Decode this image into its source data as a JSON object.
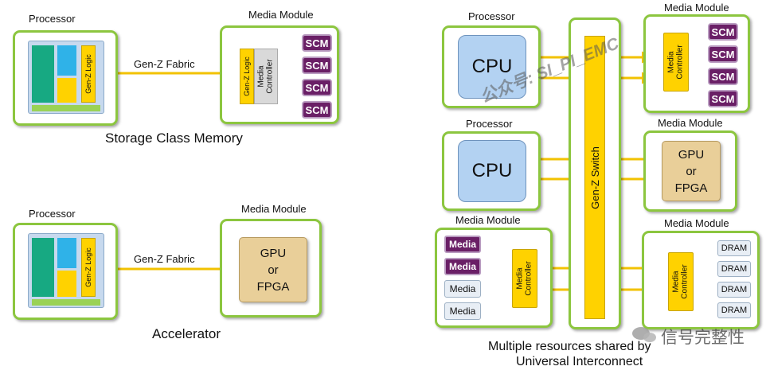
{
  "storage": {
    "processor_label": "Processor",
    "media_module_label": "Media Module",
    "logic_label": "Gen-Z Logic",
    "fabric_label": "Gen-Z Fabric",
    "controller_logic_label": "Gen-Z Logic",
    "controller_label": "Media Controller",
    "scm_labels": [
      "SCM",
      "SCM",
      "SCM",
      "SCM"
    ],
    "caption": "Storage Class Memory"
  },
  "accelerator": {
    "processor_label": "Processor",
    "media_module_label": "Media Module",
    "logic_label": "Gen-Z Logic",
    "fabric_label": "Gen-Z Fabric",
    "gpu_lines": [
      "GPU",
      "or",
      "FPGA"
    ],
    "caption": "Accelerator"
  },
  "interconnect": {
    "switch_label": "Gen-Z Switch",
    "top_processor_label": "Processor",
    "top_cpu_label": "CPU",
    "mid_processor_label": "Processor",
    "mid_cpu_label": "CPU",
    "top_media_module_label": "Media Module",
    "top_controller_label": "Media Controller",
    "top_scm_labels": [
      "SCM",
      "SCM",
      "SCM",
      "SCM"
    ],
    "gpu_media_module_label": "Media Module",
    "gpu_lines": [
      "GPU",
      "or",
      "FPGA"
    ],
    "left_media_module_label": "Media Module",
    "left_media_labels": [
      "Media",
      "Media",
      "Media",
      "Media"
    ],
    "left_controller_label": "Media Controller",
    "dram_media_module_label": "Media Module",
    "dram_controller_label": "Media Controller",
    "dram_labels": [
      "DRAM",
      "DRAM",
      "DRAM",
      "DRAM"
    ],
    "caption_line1": "Multiple resources shared by",
    "caption_line2": "Universal Interconnect"
  },
  "watermarks": {
    "diagonal_text": "公众号: SI_PI_EMC",
    "corner_text": "信号完整性"
  },
  "colors": {
    "module_border": "#8cc63f",
    "fabric_yellow": "#ffd200",
    "scm_purple": "#6a1f66",
    "cpu_blue": "#b3d2f2",
    "gpu_tan": "#e9cf99"
  }
}
